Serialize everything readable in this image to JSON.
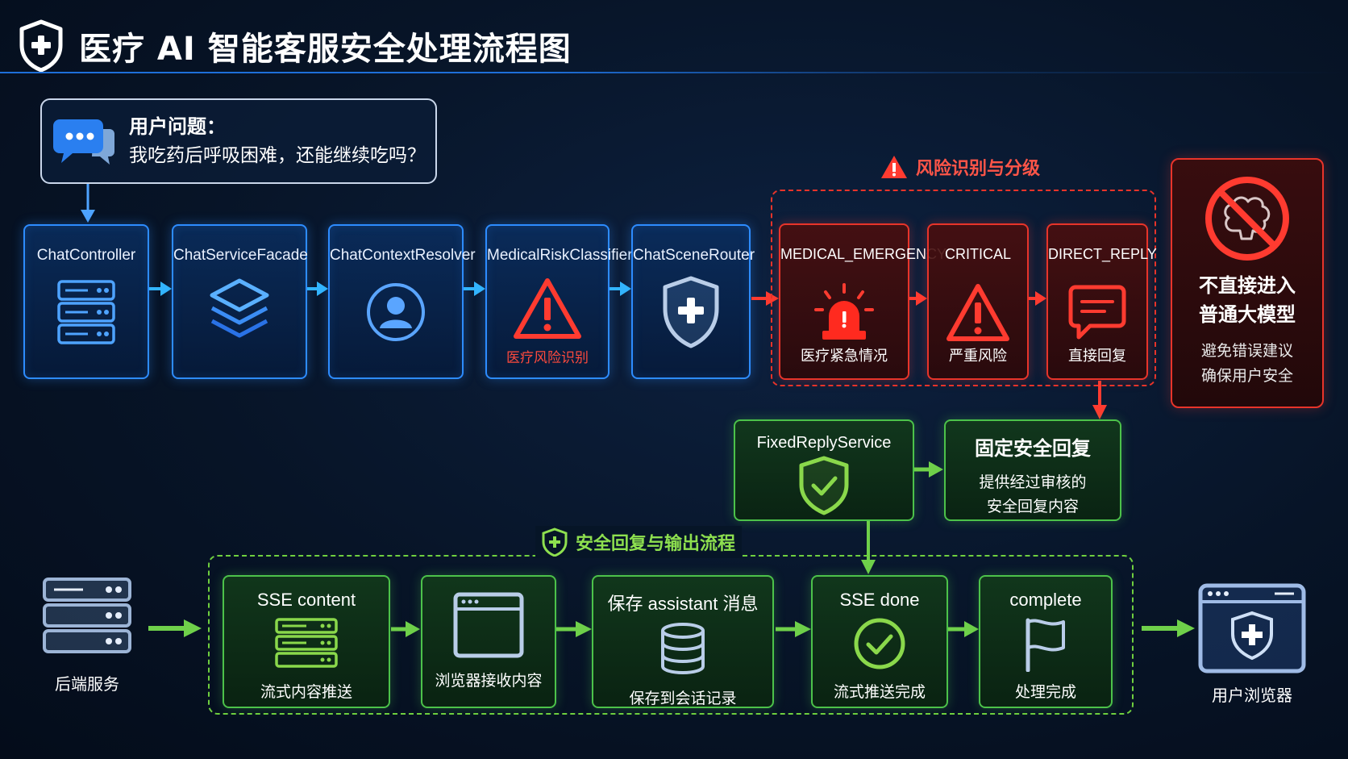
{
  "header": {
    "title": "医疗 AI 智能客服安全处理流程图"
  },
  "question": {
    "label": "用户问题：",
    "text": "我吃药后呼吸困难，还能继续吃吗？"
  },
  "pipeline": {
    "nodes": [
      {
        "label": "ChatController",
        "icon": "server-icon"
      },
      {
        "label": "ChatServiceFacade",
        "icon": "layers-icon"
      },
      {
        "label": "ChatContextResolver",
        "icon": "user-icon"
      },
      {
        "label": "MedicalRiskClassifier",
        "icon": "warning-icon",
        "sub": "医疗风险识别"
      },
      {
        "label": "ChatSceneRouter",
        "icon": "shield-plus-icon"
      }
    ]
  },
  "risk": {
    "title": "风险识别与分级",
    "nodes": [
      {
        "label": "MEDICAL_EMERGENCY",
        "sub": "医疗紧急情况",
        "icon": "alarm-icon"
      },
      {
        "label": "CRITICAL",
        "sub": "严重风险",
        "icon": "warning-icon"
      },
      {
        "label": "DIRECT_REPLY",
        "sub": "直接回复",
        "icon": "message-icon"
      }
    ],
    "no_llm": {
      "title_line1": "不直接进入",
      "title_line2": "普通大模型",
      "desc_line1": "避免错误建议",
      "desc_line2": "确保用户安全",
      "icon": "no-brain-icon"
    }
  },
  "fixed_reply": {
    "service_label": "FixedReplyService",
    "title": "固定安全回复",
    "desc_line1": "提供经过审核的",
    "desc_line2": "安全回复内容"
  },
  "output": {
    "title": "安全回复与输出流程",
    "backend_label": "后端服务",
    "browser_label": "用户浏览器",
    "steps": [
      {
        "label": "SSE content",
        "sub": "流式内容推送",
        "icon": "server-icon"
      },
      {
        "label": "",
        "sub": "浏览器接收内容",
        "icon": "browser-window-icon"
      },
      {
        "label": "保存 assistant 消息",
        "sub": "保存到会话记录",
        "icon": "database-icon"
      },
      {
        "label": "SSE done",
        "sub": "流式推送完成",
        "icon": "check-circle-icon"
      },
      {
        "label": "complete",
        "sub": "处理完成",
        "icon": "flag-icon"
      }
    ]
  },
  "colors": {
    "blue": "#2d8cff",
    "red": "#e8342a",
    "green": "#4cc24a",
    "background": "#071427"
  }
}
